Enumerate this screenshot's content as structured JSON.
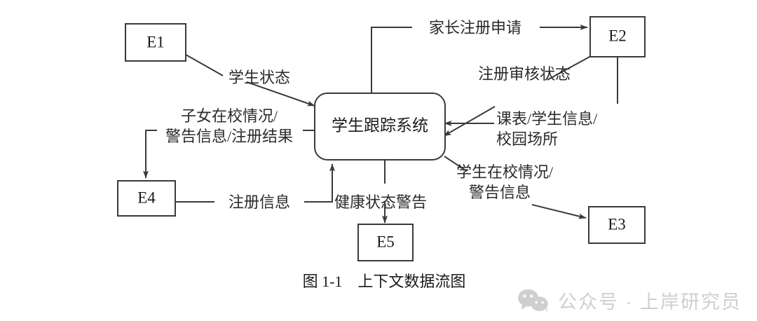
{
  "figure": {
    "caption": "图 1-1　上下文数据流图",
    "process": {
      "id": "P0",
      "label": "学生跟踪系统"
    },
    "entities": [
      {
        "id": "E1",
        "label": "E1"
      },
      {
        "id": "E2",
        "label": "E2"
      },
      {
        "id": "E3",
        "label": "E3"
      },
      {
        "id": "E4",
        "label": "E4"
      },
      {
        "id": "E5",
        "label": "E5"
      }
    ],
    "flows": [
      {
        "id": "f1",
        "label": "学生状态",
        "from": "E1",
        "to": "P0"
      },
      {
        "id": "f2",
        "label": "家长注册申请",
        "from": "P0",
        "to": "E2"
      },
      {
        "id": "f3",
        "label": "注册审核状态",
        "from": "E2",
        "to": "P0"
      },
      {
        "id": "f4",
        "label_line1": "课表/学生信息/",
        "label_line2": "校园场所",
        "from": "E2",
        "to": "P0"
      },
      {
        "id": "f5",
        "label_line1": "子女在校情况/",
        "label_line2": "警告信息/注册结果",
        "from": "P0",
        "to": "E4"
      },
      {
        "id": "f6",
        "label": "注册信息",
        "from": "E4",
        "to": "P0"
      },
      {
        "id": "f7",
        "label": "健康状态警告",
        "from": "P0",
        "to": "E5"
      },
      {
        "id": "f8",
        "label_line1": "学生在校情况/",
        "label_line2": "警告信息",
        "from": "P0",
        "to": "E3"
      }
    ]
  },
  "watermark": {
    "icon": "wechat-icon",
    "text": "公众号 · 上岸研究员",
    "color": "#cfcfcf"
  },
  "colors": {
    "stroke": "#3a3a3a",
    "text": "#1a1a1a",
    "background": "#ffffff"
  }
}
